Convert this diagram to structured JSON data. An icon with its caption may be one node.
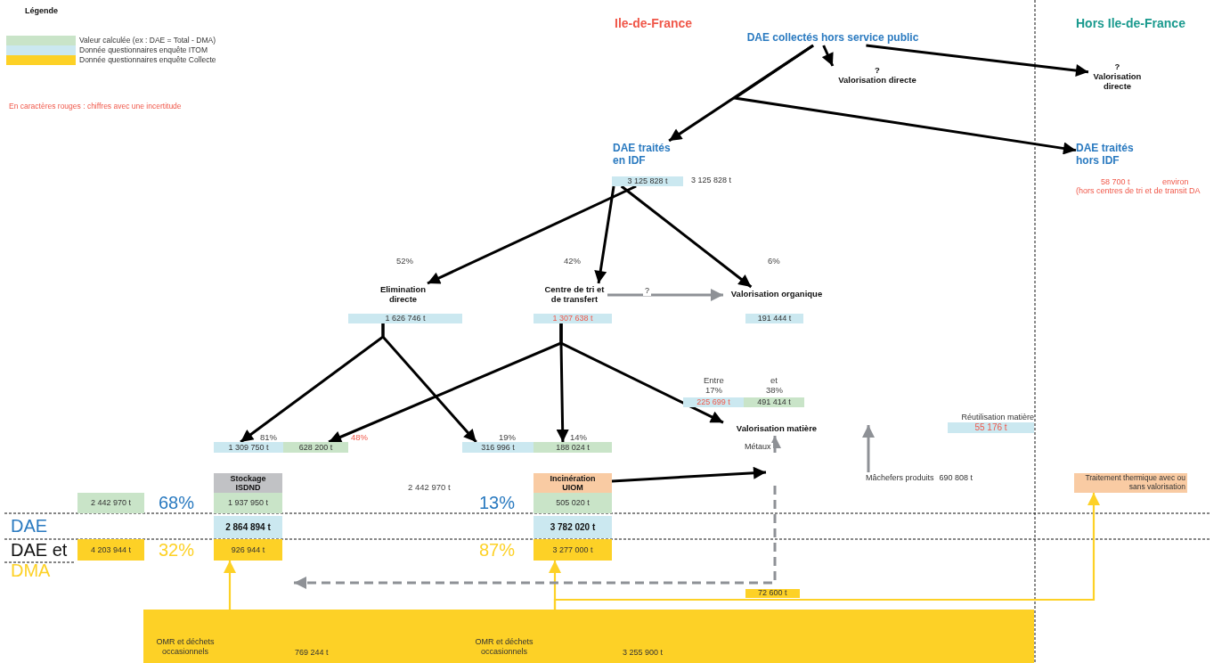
{
  "diagram": {
    "nodes": [
      {
        "text": [
          "DAE collectés hors service public"
        ]
      },
      {
        "text": [
          "?",
          "Valorisation directe"
        ]
      },
      {
        "text": [
          "?",
          "Valorisation directe"
        ]
      },
      {
        "text": [
          "DAE traités en IDF"
        ]
      },
      {
        "text": [
          "3 125 828 t"
        ],
        "beside": [
          "3 125 828 t"
        ]
      },
      {
        "text": [
          "DAE traités hors IDF"
        ]
      },
      {
        "text": [
          "Elimination directe"
        ]
      },
      {
        "text": [
          "1 626 746 t"
        ]
      },
      {
        "text": [
          "Centre de tri et de transfert"
        ]
      },
      {
        "text": [
          "1 307 638 t"
        ]
      },
      {
        "text": [
          "Valorisation organique"
        ]
      },
      {
        "text": [
          "191 444 t"
        ]
      },
      {
        "text": [
          "1 309 750 t"
        ]
      },
      {
        "text": [
          "628 200 t"
        ]
      },
      {
        "text": [
          "316 996 t"
        ]
      },
      {
        "text": [
          "188 024 t"
        ]
      },
      {
        "text": [
          "Valorisation matière"
        ]
      },
      {
        "text": [
          "225 699 t"
        ]
      },
      {
        "text": [
          "491 414 t"
        ]
      },
      {
        "text": [
          "Stockage ISDND"
        ]
      },
      {
        "text": [
          "1 937 950 t"
        ]
      },
      {
        "text": [
          "2 864 894 t"
        ]
      },
      {
        "text": [
          "926 944 t"
        ]
      },
      {
        "text": [
          "Incinération UIOM"
        ]
      },
      {
        "text": [
          "505 020 t"
        ]
      },
      {
        "text": [
          "3 782 020 t"
        ]
      },
      {
        "text": [
          "3 277 000 t"
        ]
      },
      {
        "text": [
          "2 442 970 t"
        ]
      },
      {
        "text": [
          "4 203 944 t"
        ]
      },
      {
        "text": [
          "Traitement thermique avec ou sans valorisation"
        ]
      },
      {
        "text": [
          "OMR et déchets occasionnels",
          "769 244 t",
          "OMR et déchets occasionnels",
          "3 255 900 t"
        ]
      },
      {
        "text": [
          "Réutilisation matière",
          "55 176 t"
        ]
      },
      {
        "text": [
          "Mâchefers produits",
          "690 808 t"
        ]
      }
    ],
    "edges": [
      {
        "from": 0,
        "to": 1,
        "arrow": "to"
      },
      {
        "from": 0,
        "to": 2,
        "arrow": "to"
      },
      {
        "from": 0,
        "to": 3,
        "arrow": "to"
      },
      {
        "from": 0,
        "to": 5,
        "arrow": "to"
      },
      {
        "from": 4,
        "to": 6,
        "arrow": "to"
      },
      {
        "from": 4,
        "to": 8,
        "arrow": "to"
      },
      {
        "from": 4,
        "to": 10,
        "arrow": "to"
      },
      {
        "from": 8,
        "to": 10,
        "arrow": "to",
        "label": "?",
        "color": "#8e9196"
      },
      {
        "from": 7,
        "to": 12,
        "arrow": "to"
      },
      {
        "from": 7,
        "to": 14,
        "arrow": "to"
      },
      {
        "from": 9,
        "to": 13,
        "arrow": "to"
      },
      {
        "from": 9,
        "to": 15,
        "arrow": "to"
      },
      {
        "from": 9,
        "to": 16,
        "arrow": "to"
      },
      {
        "from": 23,
        "to": 16,
        "arrow": "to"
      },
      {
        "from": null,
        "to": 16,
        "arrow": "to",
        "label": "Métaux",
        "color": "#8e9196"
      },
      {
        "from": 32,
        "to": null,
        "arrow": "to",
        "color": "#8e9196"
      },
      {
        "from": 30,
        "to": 22,
        "arrow": "to",
        "color": "#fdd126"
      },
      {
        "from": 30,
        "to": 26,
        "arrow": "to",
        "color": "#fdd126"
      },
      {
        "from": 30,
        "to": 29,
        "arrow": "to",
        "label": "72 600 t",
        "color": "#fdd126"
      },
      {
        "from": null,
        "to": 22,
        "arrow": "to",
        "style": "dashed",
        "color": "#8e9196"
      }
    ],
    "labels": [
      "Légende",
      "En caractères rouges : chiffres avec une incertitude",
      "Ile-de-France",
      "Hors Ile-de-France",
      "58 700 t",
      "environ",
      "(hors centres de tri et de transit DA",
      "52%",
      "42%",
      "6%",
      "Entre",
      "et",
      "17%",
      "38%",
      "81%",
      "48%",
      "19%",
      "14%",
      "2 442 970 t",
      "68%",
      "13%",
      "DAE",
      "DAE et",
      "32%",
      "87%",
      "DMA"
    ],
    "legend": [
      {
        "text": "Valeur calculée (ex : DAE = Total - DMA)",
        "color": "#c9e4c8"
      },
      {
        "text": "Donnée questionnaires enquête ITOM",
        "color": "#cbe8f0"
      },
      {
        "text": "Donnée questionnaires enquête Collecte",
        "color": "#fdd126"
      }
    ]
  }
}
